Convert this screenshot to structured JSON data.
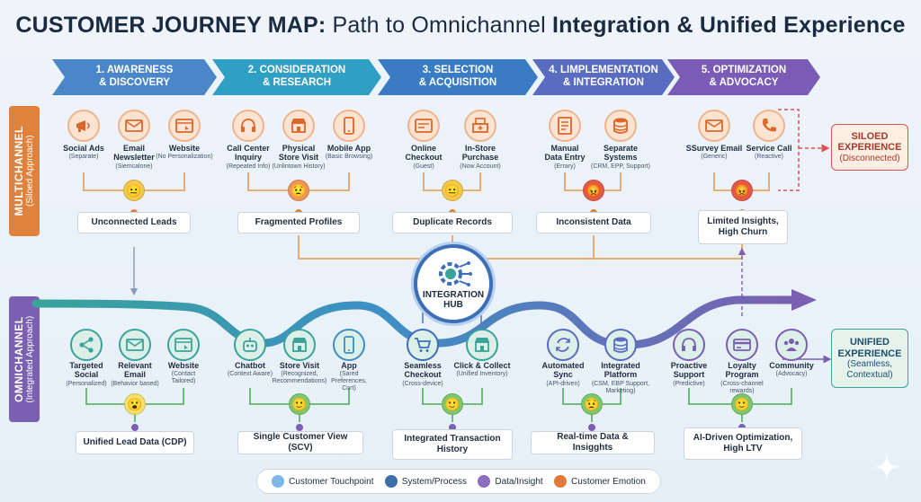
{
  "title": {
    "part1": "CUSTOMER JOURNEY MAP:",
    "part2": " Path to Omnichannel ",
    "part3": "Integration & Unified Experience"
  },
  "stages": [
    {
      "label": "1. AWARENESS\n& DISCOVERY",
      "color": "#4a86c8"
    },
    {
      "label": "2. CONSIDERATION\n& RESEARCH",
      "color": "#2f9fc4"
    },
    {
      "label": "3. SELECTION\n& ACQUISITION",
      "color": "#3a7cc4"
    },
    {
      "label": "4. LIMPLEMENTATION\n& INTEGRATION",
      "color": "#5a6cc0"
    },
    {
      "label": "5. OPTIMIZATION\n& ADVOCACY",
      "color": "#7a5bb5"
    }
  ],
  "rows": {
    "multichannel": {
      "title": "MULTICHANNEL",
      "subtitle": "(Siloed Approach)",
      "color": "#e0823c"
    },
    "omnichannel": {
      "title": "OMNICHANNEL",
      "subtitle": "(Integrated Approach)",
      "color": "#7b5fb0"
    }
  },
  "multichannel_touchpoints": [
    {
      "title": "Social Ads",
      "sub": "(Separate)",
      "icon": "megaphone-icon"
    },
    {
      "title": "Email\nNewsletter",
      "sub": "(Siemcalone)",
      "icon": "mail-icon"
    },
    {
      "title": "Website",
      "sub": "(No Personalization)",
      "icon": "browser-icon"
    },
    {
      "title": "Call Center\nInquiry",
      "sub": "(Repeated Info)",
      "icon": "headset-icon"
    },
    {
      "title": "Physical\nStore Visit",
      "sub": "(Unlintown History)",
      "icon": "store-icon"
    },
    {
      "title": "Mobile App",
      "sub": "(Basic Browsing)",
      "icon": "phone-icon"
    },
    {
      "title": "Online\nCheckout",
      "sub": "(Guest)",
      "icon": "checkout-icon"
    },
    {
      "title": "In-Store\nPurchase",
      "sub": "(Now Account)",
      "icon": "register-icon"
    },
    {
      "title": "Manual\nData Entry",
      "sub": "(Errary)",
      "icon": "form-icon"
    },
    {
      "title": "Separate\nSystems",
      "sub": "(CRM, EPP, Support)",
      "icon": "database-icon"
    },
    {
      "title": "SSurvey Email",
      "sub": "(Generic)",
      "icon": "mail-icon"
    },
    {
      "title": "Service Call",
      "sub": "(Reactive)",
      "icon": "phone-call-icon"
    }
  ],
  "multichannel_outcomes": [
    "Unconnected Leads",
    "Fragmented Profiles",
    "Duplicate Records",
    "Inconsistent Data",
    "Limited Insights,\nHigh Churn"
  ],
  "omnichannel_touchpoints": [
    {
      "title": "Targeted\nSocial",
      "sub": "(Personalized)",
      "icon": "share-icon"
    },
    {
      "title": "Relevant\nEmail",
      "sub": "(Behavior based)",
      "icon": "mail-icon"
    },
    {
      "title": "Website",
      "sub": "(Contact\nTailored)",
      "icon": "browser-icon"
    },
    {
      "title": "Chatbot",
      "sub": "(Context Aware)",
      "icon": "bot-icon"
    },
    {
      "title": "Store Visit",
      "sub": "(Recognized,\nRecommendations)",
      "icon": "store-icon"
    },
    {
      "title": "App",
      "sub": "(Sared\nPreferences,\nCort)",
      "icon": "phone-icon"
    },
    {
      "title": "Seamless\nCheckout",
      "sub": "(Cross-device)",
      "icon": "cart-icon"
    },
    {
      "title": "Click & Collect",
      "sub": "(Unified Inventory)",
      "icon": "store-icon"
    },
    {
      "title": "Automated\nSync",
      "sub": "(API-driven)",
      "icon": "sync-icon"
    },
    {
      "title": "Integrated Platform",
      "sub": "(CSM, EBP Support,\nMarketing)",
      "icon": "database-icon"
    },
    {
      "title": "Proactive\nSupport",
      "sub": "(Predictive)",
      "icon": "headset-icon"
    },
    {
      "title": "Loyalty\nProgram",
      "sub": "(Cross-channel\nrewards)",
      "icon": "card-icon"
    },
    {
      "title": "Community",
      "sub": "(Advocacy)",
      "icon": "people-icon"
    }
  ],
  "omnichannel_outcomes": [
    "Unified Lead Data (CDP)",
    "Single Customer View (SCV)",
    "Integrated Transaction\nHistory",
    "Real-time Data & Insigghts",
    "AI-Driven Optimization,\nHigh LTV"
  ],
  "hub": {
    "label": "INTEGRATION\nHUB"
  },
  "siloed": {
    "title": "SILOED\nEXPERIENCE",
    "sub": "(Disconnected)"
  },
  "unified": {
    "title": "UNIFIED\nEXPERIENCE",
    "sub": "(Seamless,\nContextual)"
  },
  "legend": [
    {
      "label": "Customer Touchpoint",
      "color": "#7cb6e6"
    },
    {
      "label": "System/Process",
      "color": "#3d6fa8"
    },
    {
      "label": "Data/Insight",
      "color": "#8a6cc0"
    },
    {
      "label": "Customer Emotion",
      "color": "#e07a3c"
    }
  ],
  "colors": {
    "orange": "#e0823c",
    "teal": "#3aa39a",
    "purple": "#7b5fb0",
    "blue": "#3c6fb5"
  }
}
